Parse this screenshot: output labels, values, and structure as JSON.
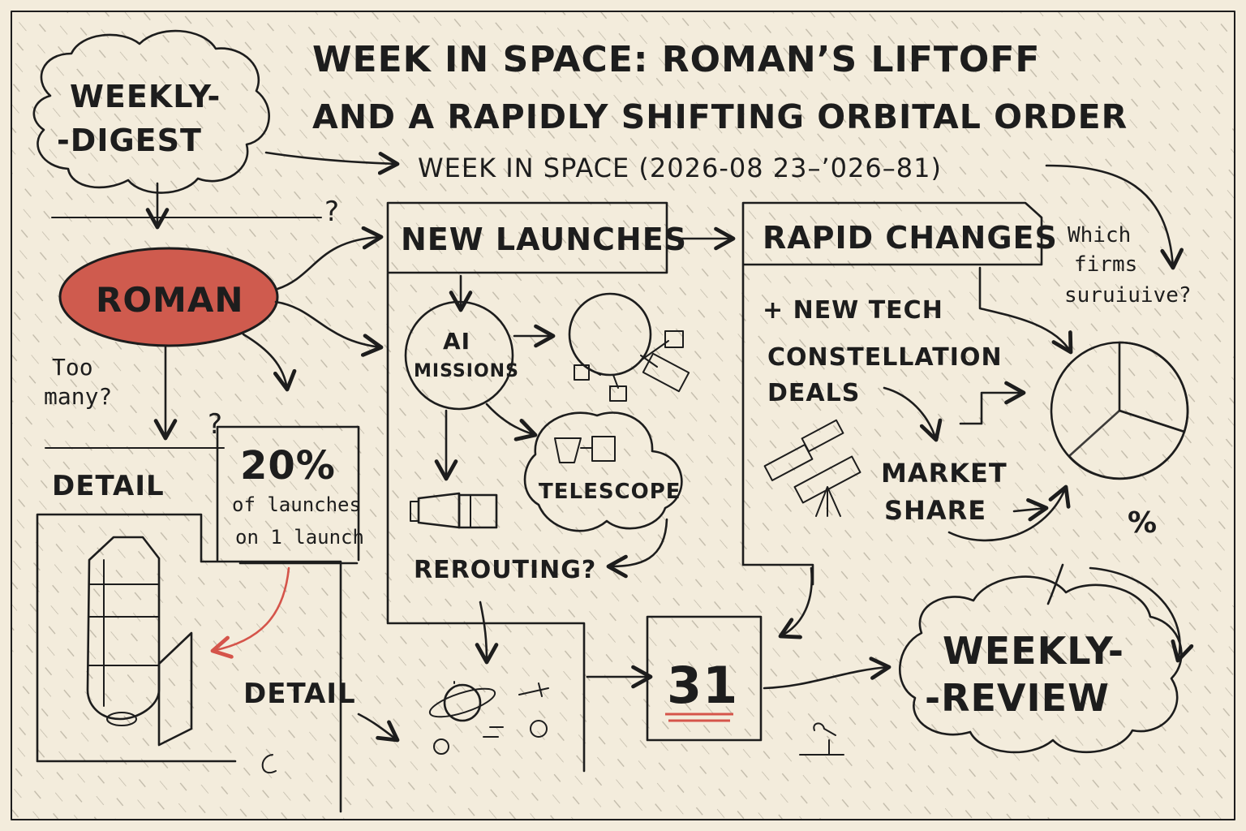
{
  "title": {
    "line1": "WEEK IN SPACE: ROMAN’S LIFTOFF",
    "line2": "AND A RAPIDLY SHIFTING ORBITAL ORDER",
    "subtitle": "WEEK IN SPACE (2026-08 23–’026–81)"
  },
  "nodes": {
    "weekly_digest": {
      "line1": "WEEKLY-",
      "line2": "-DIGEST"
    },
    "roman": "ROMAN",
    "too_many": {
      "line1": "Too",
      "line2": "many?"
    },
    "question_top": "?",
    "question_left": "?",
    "detail_top": "DETAIL",
    "detail_bottom": "DETAIL",
    "stat": {
      "value": "20%",
      "line1": "of launches",
      "line2": "on 1 launch"
    },
    "new_launches": "NEW LAUNCHES",
    "ai_missions": {
      "line1": "AI",
      "line2": "MISSIONS"
    },
    "telescope": "TELESCOPE",
    "rerouting": "REROUTING?",
    "rapid_changes": "RAPID CHANGES",
    "new_tech": "+ NEW TECH",
    "constellation": {
      "line1": "CONSTELLATION",
      "line2": "DEALS"
    },
    "market_share": {
      "line1": "MARKET",
      "line2": "SHARE"
    },
    "which_firms": {
      "line1": "Which",
      "line2": "firms",
      "line3": "suruiuive?"
    },
    "percent": "%",
    "calendar_day": "31",
    "weekly_review": {
      "line1": "WEEKLY-",
      "line2": "-REVIEW"
    }
  },
  "colors": {
    "paper": "#f3ecdc",
    "ink": "#1d1d1d",
    "accent_red": "#d5544a",
    "roman_fill": "#cf5b4e"
  },
  "icons": [
    "satellite-icon",
    "telescope-icon",
    "spacecraft-icon",
    "planet-icon",
    "pie-chart-icon",
    "calendar-icon"
  ]
}
